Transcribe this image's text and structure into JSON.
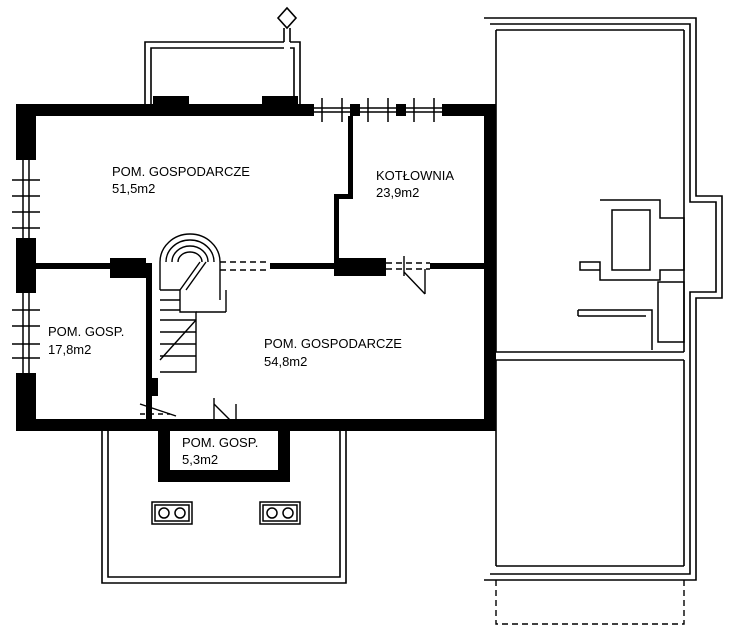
{
  "rooms": [
    {
      "id": "pom-gospodarcze-1",
      "name": "POM. GOSPODARCZE",
      "area": "51,5m2"
    },
    {
      "id": "kotlownia",
      "name": "KOTŁOWNIA",
      "area": "23,9m2"
    },
    {
      "id": "pom-gosp-2",
      "name": "POM. GOSP.",
      "area": "17,8m2"
    },
    {
      "id": "pom-gospodarcze-3",
      "name": "POM. GOSPODARCZE",
      "area": "54,8m2"
    },
    {
      "id": "pom-gosp-4",
      "name": "POM. GOSP.",
      "area": "5,3m2"
    }
  ],
  "colors": {
    "wall": "#000000",
    "background": "#ffffff"
  }
}
